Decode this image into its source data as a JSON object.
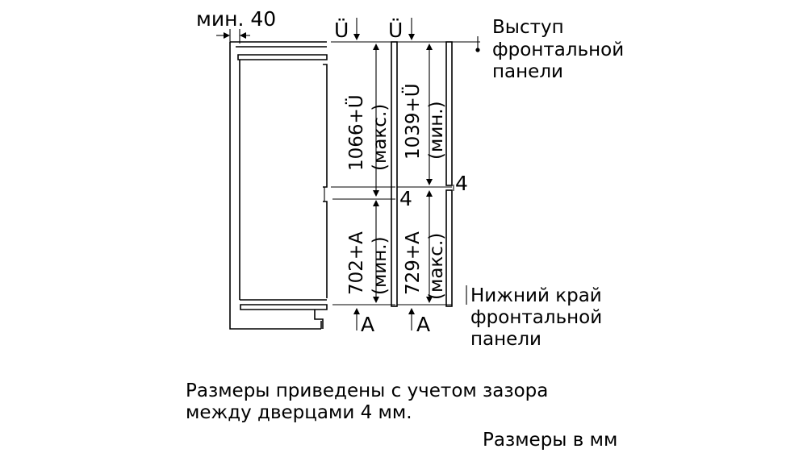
{
  "labels": {
    "min_gap": "мин. 40",
    "u1": "Ü",
    "u2": "Ü",
    "protrusion": [
      "Выступ",
      "фронтальной",
      "панели"
    ],
    "upper_dim_left": [
      "1066+Ü",
      "(макс.)"
    ],
    "upper_dim_right": [
      "1039+Ü",
      "(мин.)"
    ],
    "gap_4_mid": "4",
    "gap_4_right": "4",
    "lower_dim_left": [
      "702+A",
      "(мин.)"
    ],
    "lower_dim_right": [
      "729+A",
      "(макс.)"
    ],
    "bottom_edge": [
      "Нижний край",
      "фронтальной",
      "панели"
    ],
    "a1": "A",
    "a2": "A"
  },
  "note": {
    "line1": "Размеры приведены с учетом зазора",
    "line2": "между дверцами 4 мм.",
    "units": "Размеры в мм"
  }
}
